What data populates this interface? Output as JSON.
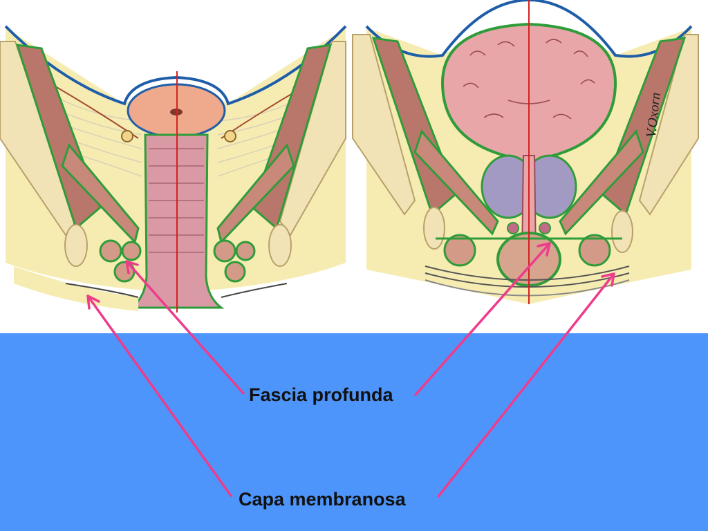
{
  "labels": {
    "deep_fascia": "Fascia profunda",
    "membranous_layer": "Capa membranosa"
  },
  "illustrator_signature": "V.Oxorn",
  "colors": {
    "background": "#4d95fb",
    "fascia_line": "#2f9c3a",
    "arrow": "#ee3c8c",
    "midline": "#d42020",
    "fat": "#f6ecb2",
    "muscle": "#b9776c",
    "bladder": "#e8a6a9",
    "prostate": "#a39ac4",
    "bone": "#f1e3b6",
    "peritoneum": "#1f5da8"
  },
  "panels": [
    {
      "id": "left",
      "subject": "female pelvis coronal section"
    },
    {
      "id": "right",
      "subject": "male pelvis coronal section"
    }
  ]
}
